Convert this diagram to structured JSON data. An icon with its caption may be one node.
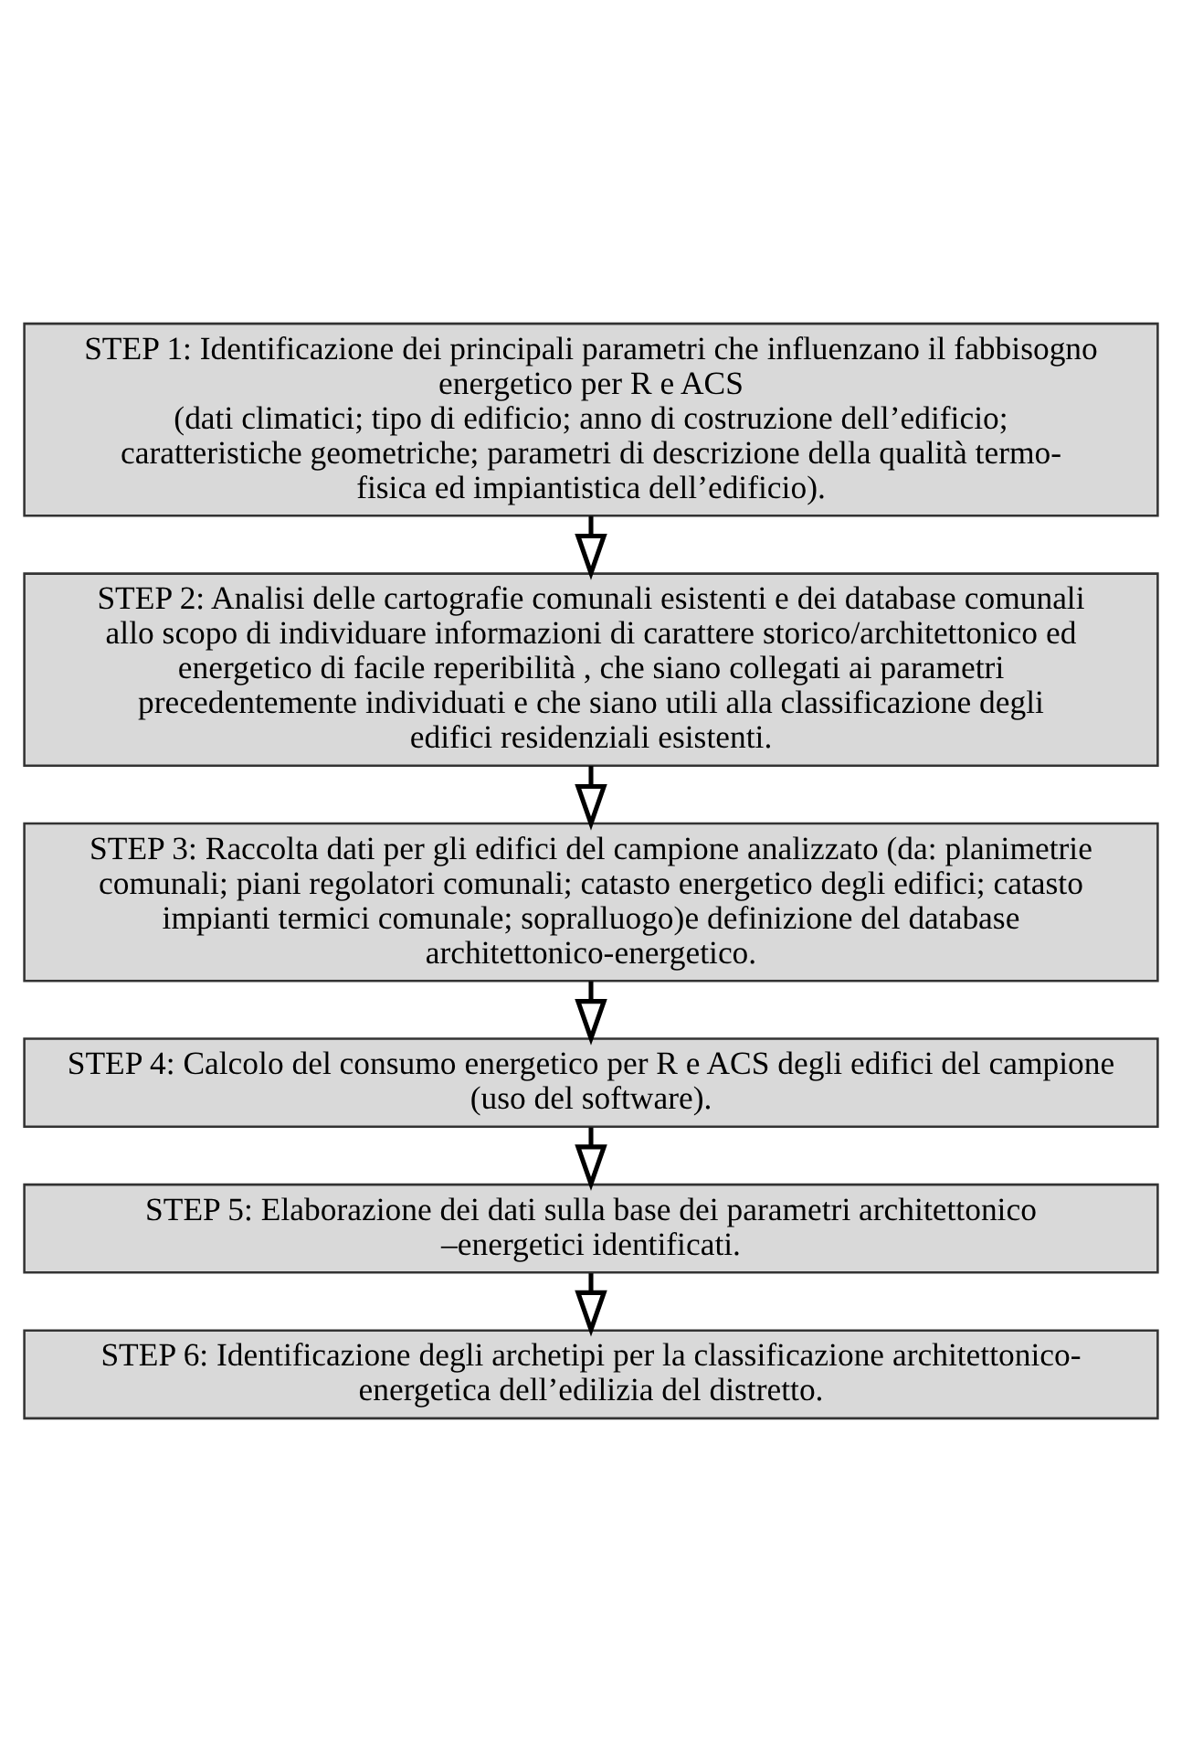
{
  "diagram": {
    "nodes": [
      {
        "text": [
          "STEP 1: Identificazione dei principali parametri che influenzano il fabbisogno energetico per R e ACS",
          "(dati climatici; tipo di edificio; anno di costruzione dell’edificio; caratteristiche geometriche; parametri di descrizione della qualità termo-fisica ed impiantistica dell’edificio)."
        ]
      },
      {
        "text": [
          "STEP 2: Analisi delle cartografie comunali esistenti e dei database comunali allo scopo di individuare informazioni di carattere storico/architettonico ed energetico di facile reperibilità , che siano collegati ai parametri precedentemente individuati e che siano utili alla classificazione degli edifici residenziali esistenti."
        ]
      },
      {
        "text": [
          "STEP 3: Raccolta dati per gli edifici del campione analizzato (da: planimetrie comunali; piani regolatori comunali; catasto energetico degli edifici; catasto impianti termici comunale; sopralluogo)e definizione del database architettonico-energetico."
        ]
      },
      {
        "text": [
          "STEP 4: Calcolo del consumo energetico per R e ACS degli edifici del campione (uso del software)."
        ]
      },
      {
        "text": [
          "STEP 5: Elaborazione dei dati sulla base dei parametri architettonico –energetici identificati."
        ]
      },
      {
        "text": [
          "STEP 6: Identificazione degli archetipi per la classificazione architettonico-energetica dell’edilizia del distretto."
        ]
      }
    ],
    "edges": [
      {
        "from": 0,
        "to": 1,
        "arrow": "to"
      },
      {
        "from": 1,
        "to": 2,
        "arrow": "to"
      },
      {
        "from": 2,
        "to": 3,
        "arrow": "to"
      },
      {
        "from": 3,
        "to": 4,
        "arrow": "to"
      },
      {
        "from": 4,
        "to": 5,
        "arrow": "to"
      }
    ]
  }
}
